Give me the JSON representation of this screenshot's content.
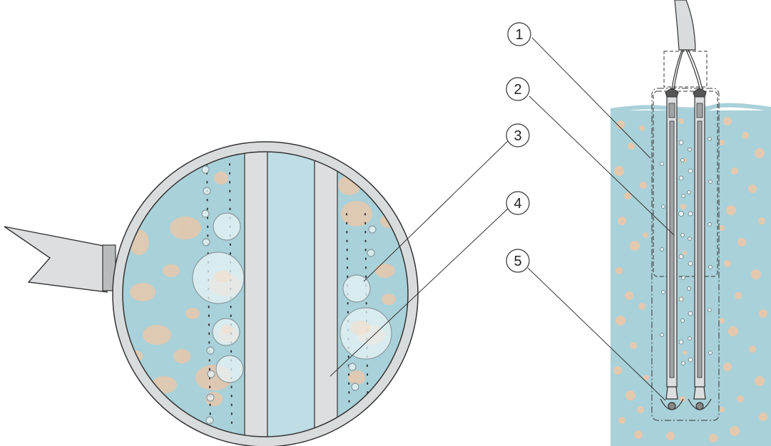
{
  "callouts": [
    {
      "label": "1"
    },
    {
      "label": "2"
    },
    {
      "label": "3"
    },
    {
      "label": "4"
    },
    {
      "label": "5"
    }
  ],
  "colors": {
    "liquid": "#a9d1d9",
    "liquid_light": "#bfdde4",
    "sludge_particle": "#e4c8ae",
    "bubble_fill": "#e8f3f6",
    "bubble_stroke": "#8a9aa0",
    "magnifier_ring": "#d9dcdd",
    "sensor_body": "#dcdedf",
    "outline": "#333333"
  },
  "icons": {
    "magnifier": "magnifying-glass-icon",
    "sensor": "immersion-probe-icon"
  }
}
